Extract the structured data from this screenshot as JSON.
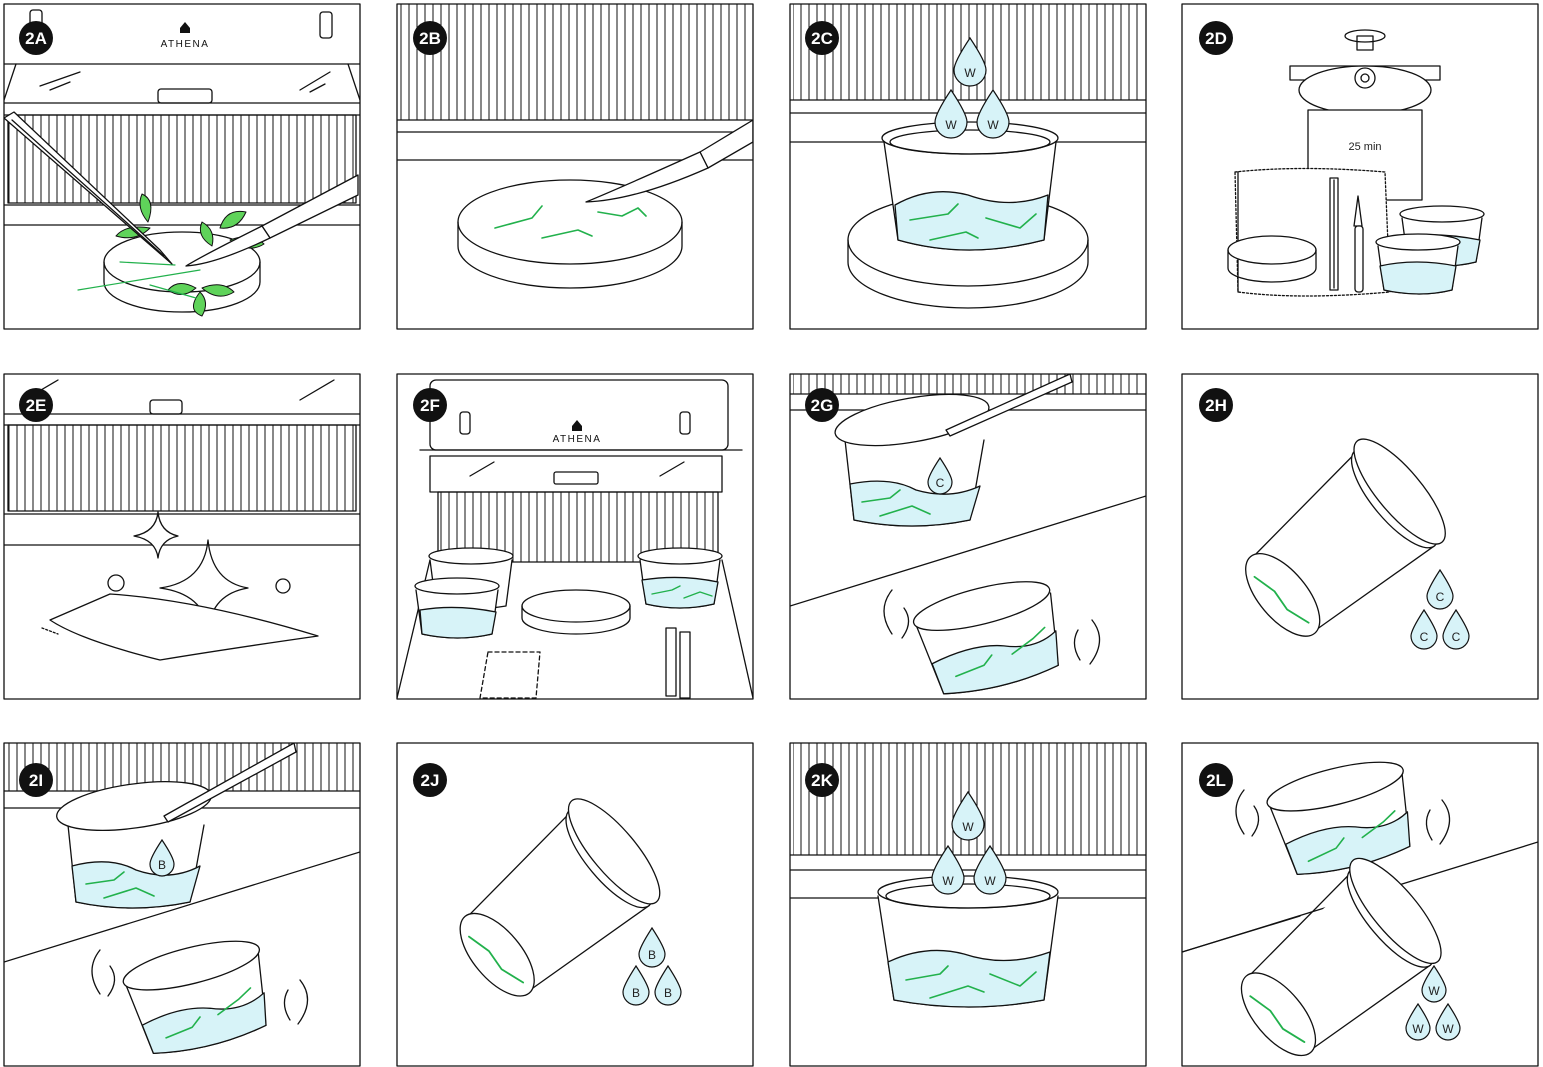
{
  "panels": [
    {
      "id": "2A",
      "label": "2A",
      "brand": "ATHENA"
    },
    {
      "id": "2B",
      "label": "2B"
    },
    {
      "id": "2C",
      "label": "2C",
      "drops": [
        "W",
        "W",
        "W"
      ]
    },
    {
      "id": "2D",
      "label": "2D",
      "timer": "25 min"
    },
    {
      "id": "2E",
      "label": "2E"
    },
    {
      "id": "2F",
      "label": "2F",
      "brand": "ATHENA"
    },
    {
      "id": "2G",
      "label": "2G",
      "drops": [
        "C"
      ]
    },
    {
      "id": "2H",
      "label": "2H",
      "drops": [
        "C",
        "C",
        "C"
      ]
    },
    {
      "id": "2I",
      "label": "2I",
      "drops": [
        "B"
      ]
    },
    {
      "id": "2J",
      "label": "2J",
      "drops": [
        "B",
        "B",
        "B"
      ]
    },
    {
      "id": "2K",
      "label": "2K",
      "drops": [
        "W",
        "W",
        "W"
      ]
    },
    {
      "id": "2L",
      "label": "2L",
      "drops": [
        "W",
        "W",
        "W"
      ]
    }
  ],
  "colors": {
    "line": "#111111",
    "plant_green": "#22b14c",
    "leaf_fill": "#5fd35a",
    "liquid": "#d7f3f8",
    "label_bg": "#111111"
  }
}
